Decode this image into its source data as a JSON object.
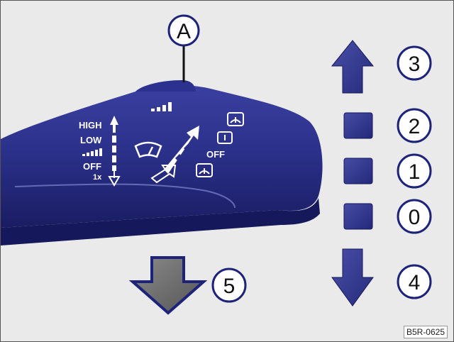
{
  "callouts": {
    "a": "A",
    "c3": "3",
    "c2": "2",
    "c1": "1",
    "c0": "0",
    "c4": "4",
    "c5": "5"
  },
  "lever": {
    "high": "HIGH",
    "low": "LOW",
    "off_left": "OFF",
    "one_x": "1x",
    "off_right": "OFF"
  },
  "figure_code": "B5R-0625",
  "colors": {
    "lever_dark": "#1c1f6e",
    "lever_mid": "#2f3592",
    "arrow_blue": "#3a3f95",
    "arrow_gray": "#6e6e6e"
  }
}
